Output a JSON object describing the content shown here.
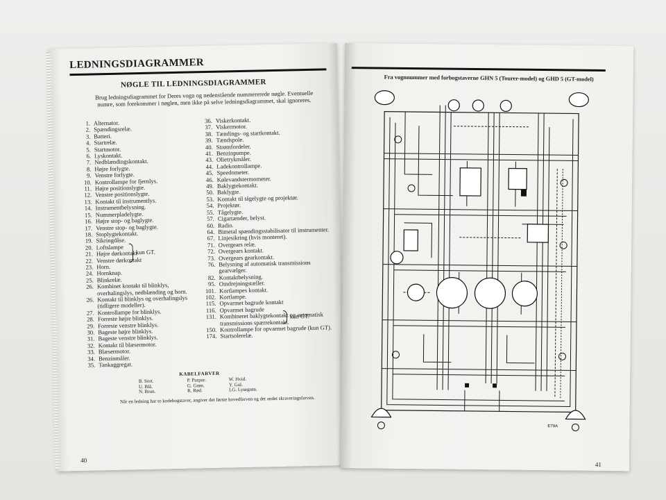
{
  "left_page": {
    "header": "LEDNINGSDIAGRAMMER",
    "key_title": "NØGLE TIL LEDNINGSDIAGRAMMER",
    "intro": "Brug ledningsdiagrammet for Deres vogn og nedenstående nummererede nøgle. Eventuelle numre, som forekommer i nøglen, men ikke på selve ledningsdiagrammet, skal ignoreres.",
    "col_a": [
      {
        "n": "1.",
        "t": "Alternator."
      },
      {
        "n": "2.",
        "t": "Spændingsrelæ."
      },
      {
        "n": "3.",
        "t": "Batteri."
      },
      {
        "n": "4.",
        "t": "Startrelæ."
      },
      {
        "n": "5.",
        "t": "Startmotor."
      },
      {
        "n": "6.",
        "t": "Lyskontakt."
      },
      {
        "n": "7.",
        "t": "Nedblændingskontakt."
      },
      {
        "n": "8.",
        "t": "Højre forlygte."
      },
      {
        "n": "9.",
        "t": "Venstre forlygte."
      },
      {
        "n": "10.",
        "t": "Kontrollampe for fjernlys."
      },
      {
        "n": "11.",
        "t": "Højre positionslygte."
      },
      {
        "n": "12.",
        "t": "Venstre positionslygte."
      },
      {
        "n": "13.",
        "t": "Kontakt til instrumentlys."
      },
      {
        "n": "14.",
        "t": "Instrumentbelysning."
      },
      {
        "n": "15.",
        "t": "Nummerpladelygte."
      },
      {
        "n": "16.",
        "t": "Højre stop- og baglygte."
      },
      {
        "n": "17.",
        "t": "Venstre stop- og baglygte."
      },
      {
        "n": "18.",
        "t": "Stoplygtekontakt."
      },
      {
        "n": "19.",
        "t": "Sikringdåse."
      },
      {
        "n": "20.",
        "t": "Loftslampe"
      },
      {
        "n": "21.",
        "t": "Højre dørkontakt"
      },
      {
        "n": "22.",
        "t": "Venstre dørkontakt"
      },
      {
        "n": "23.",
        "t": "Horn."
      },
      {
        "n": "24.",
        "t": "Hornknap."
      },
      {
        "n": "25.",
        "t": "Blinkrelæ."
      },
      {
        "n": "26.",
        "t": "Kombinet kontakt til blinklys, overhalingslys, nedblænding og horn."
      },
      {
        "n": "26.",
        "t": "Kontakt til blinklys og overhalingslys (tidligere modeller)."
      },
      {
        "n": "27.",
        "t": "Kontrollampe for blinklys."
      },
      {
        "n": "28.",
        "t": "Forreste højre blinklys."
      },
      {
        "n": "29.",
        "t": "Forreste venstre blinklys."
      },
      {
        "n": "30.",
        "t": "Bageste højre blinklys."
      },
      {
        "n": "31.",
        "t": "Bageste venstre blinklys."
      },
      {
        "n": "32.",
        "t": "Kontakt til blæsermotor."
      },
      {
        "n": "33.",
        "t": "Blæsermotor."
      },
      {
        "n": "34.",
        "t": "Benzinmåler."
      },
      {
        "n": "35.",
        "t": "Tankaggregat."
      }
    ],
    "col_b": [
      {
        "n": "36.",
        "t": "Viskerkontakt."
      },
      {
        "n": "37.",
        "t": "Viskermotor."
      },
      {
        "n": "38.",
        "t": "Tændings- og startkontakt."
      },
      {
        "n": "39.",
        "t": "Tændspole."
      },
      {
        "n": "40.",
        "t": "Strømfordeler."
      },
      {
        "n": "41.",
        "t": "Benzinpumpe."
      },
      {
        "n": "43.",
        "t": "Olietrykmåler."
      },
      {
        "n": "44.",
        "t": "Ladekontrollampe."
      },
      {
        "n": "45.",
        "t": "Speedometer."
      },
      {
        "n": "46.",
        "t": "Kølevandstermometer."
      },
      {
        "n": "49.",
        "t": "Baklygtekontakt."
      },
      {
        "n": "50.",
        "t": "Baklygte."
      },
      {
        "n": "53.",
        "t": "Kontakt til tågelygte og projektør."
      },
      {
        "n": "54.",
        "t": "Projektør."
      },
      {
        "n": "55.",
        "t": "Tågelygte."
      },
      {
        "n": "57.",
        "t": "Cigartænder, belyst."
      },
      {
        "n": "60.",
        "t": "Radio."
      },
      {
        "n": "64.",
        "t": "Bimetal spændingsstabilisator til instrumenter."
      },
      {
        "n": "67.",
        "t": "Linjesikring (hvis monteret)."
      },
      {
        "n": "71.",
        "t": "Overgears relæ."
      },
      {
        "n": "72.",
        "t": "Overgears kontakt."
      },
      {
        "n": "73.",
        "t": "Overgears gearkontakt."
      },
      {
        "n": "76.",
        "t": "Belysning af automatisk transmissions gearvælger."
      },
      {
        "n": "82.",
        "t": "Kontaktbelysning."
      },
      {
        "n": "95.",
        "t": "Omdrejningstæller."
      },
      {
        "n": "101.",
        "t": "Kortlampes kontakt."
      },
      {
        "n": "102.",
        "t": "Kortlampe."
      },
      {
        "n": "115.",
        "t": "Opvarmet bagrude kontakt"
      },
      {
        "n": "116.",
        "t": "Opvarmet bagrude"
      },
      {
        "n": "131.",
        "t": "Kombineret baklygtekontakt og automatisk transmissions spærrekontakt."
      },
      {
        "n": "150.",
        "t": "Kontrollampe for opvarmet bagrude (kun GT)."
      },
      {
        "n": "174.",
        "t": "Startsolerelæ."
      }
    ],
    "note_a": "kun GT.",
    "note_b": "kun GT.",
    "kabel_title": "KABELFARVER",
    "kabel": [
      "B. Sort.",
      "P. Purpur.",
      "W. Hvid.",
      "U. Blå.",
      "G. Grøn.",
      "Y. Gul.",
      "N. Brun.",
      "R. Rød.",
      "LG. Lysegrøn."
    ],
    "kabel_note": "Når en ledning har to kodebogstaver, angiver det første hovedfarven og det andet skraveringsfarven.",
    "page_number": "40"
  },
  "right_page": {
    "caption": "Fra vognnummer med forbogstaverne GHN 5 (Tourer-model) og GHD 5 (GT-model)",
    "figure_ref": "E79A",
    "page_number": "41"
  }
}
